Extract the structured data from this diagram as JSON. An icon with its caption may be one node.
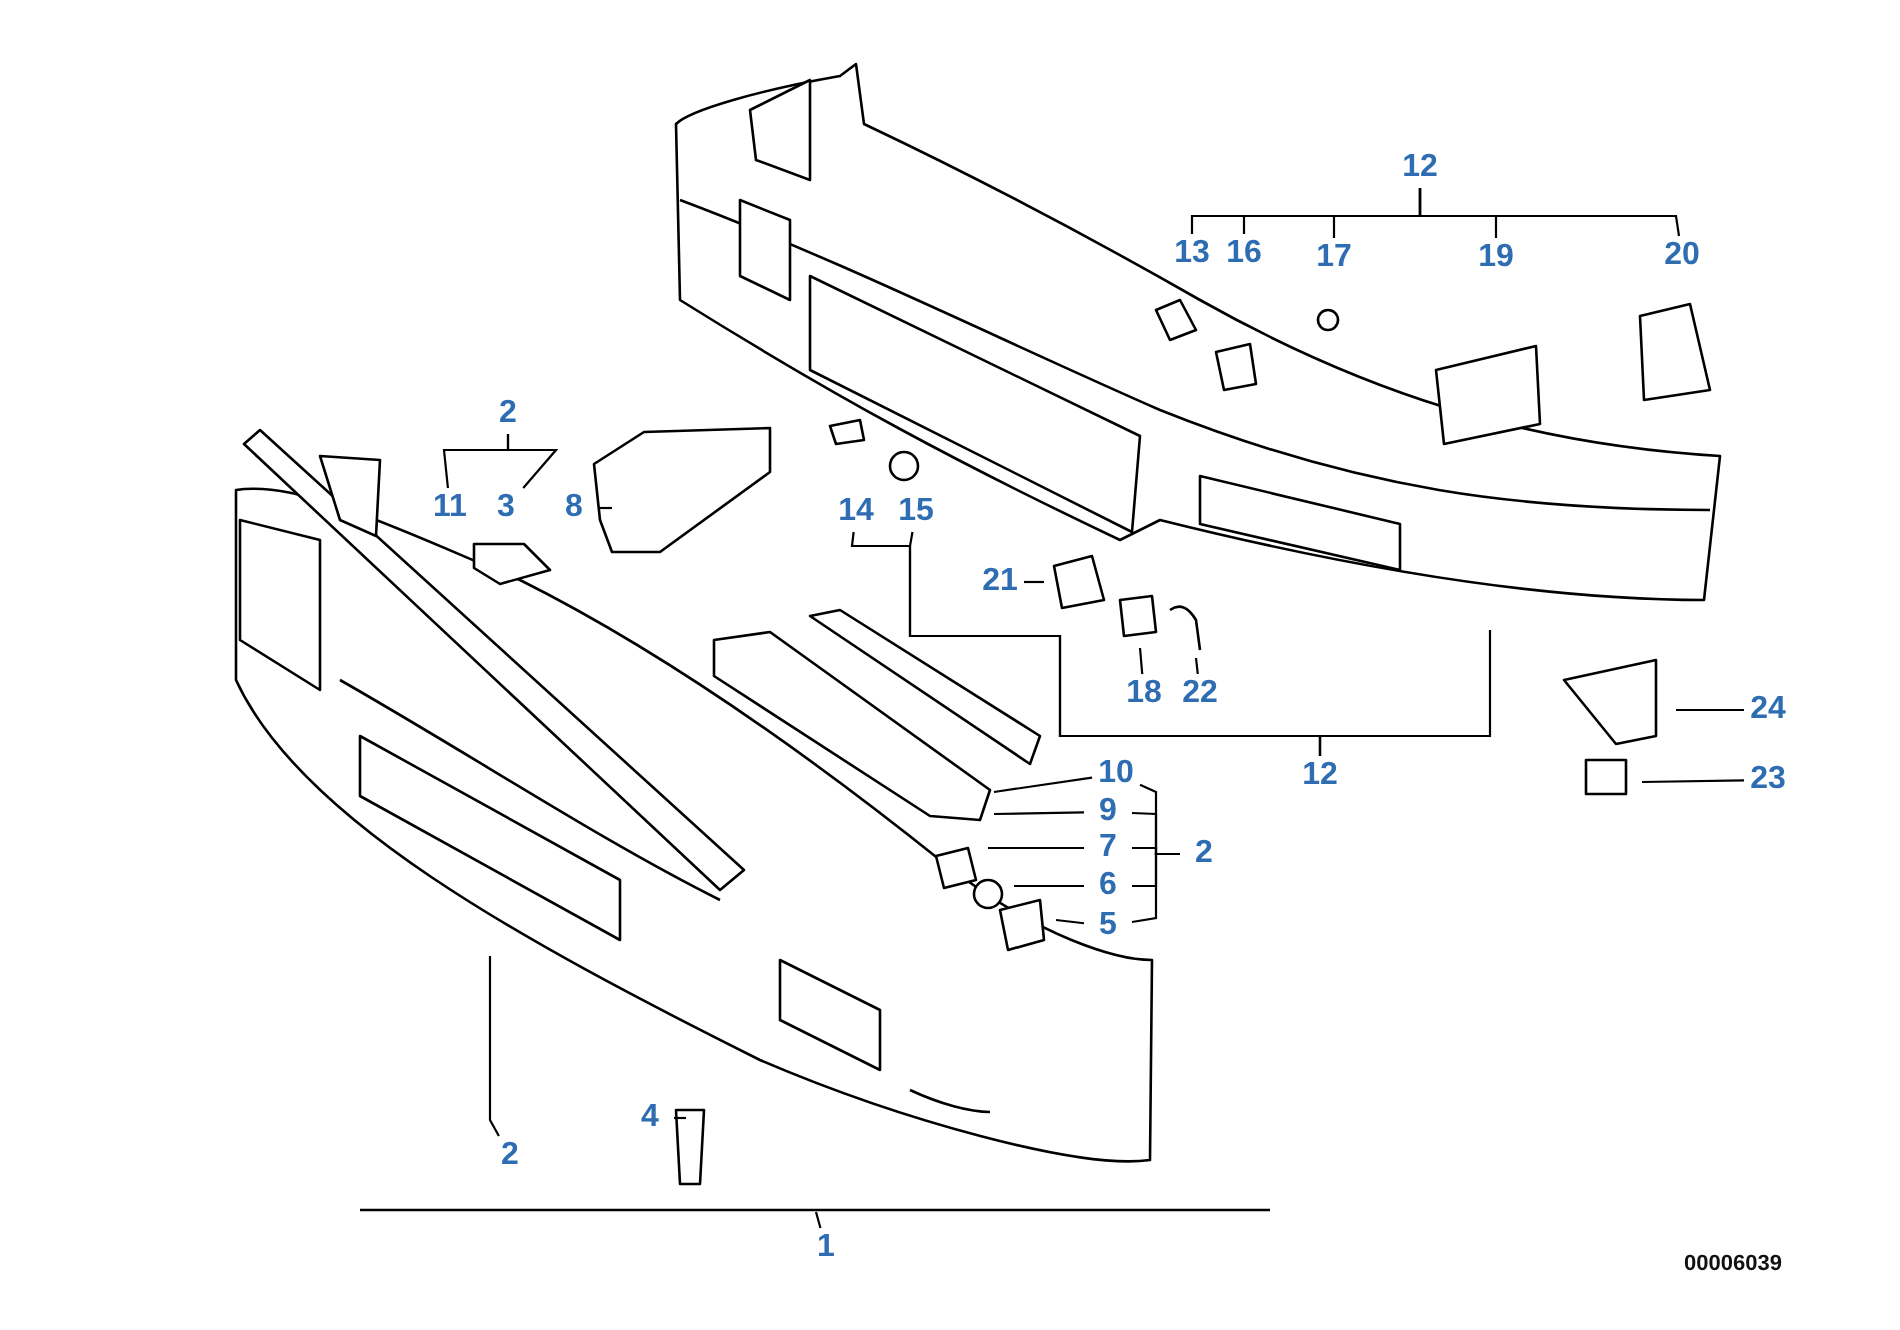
{
  "diagram": {
    "nodes": [
      {
        "text": [
          "12"
        ]
      },
      {
        "text": [
          "13"
        ]
      },
      {
        "text": [
          "16"
        ]
      },
      {
        "text": [
          "17"
        ]
      },
      {
        "text": [
          "19"
        ]
      },
      {
        "text": [
          "20"
        ]
      },
      {
        "text": [
          "2"
        ]
      },
      {
        "text": [
          "11"
        ]
      },
      {
        "text": [
          "3"
        ]
      },
      {
        "text": [
          "8"
        ]
      },
      {
        "text": [
          "14"
        ]
      },
      {
        "text": [
          "15"
        ]
      },
      {
        "text": [
          "21"
        ]
      },
      {
        "text": [
          "18"
        ]
      },
      {
        "text": [
          "22"
        ]
      },
      {
        "text": [
          "12"
        ]
      },
      {
        "text": [
          "24"
        ]
      },
      {
        "text": [
          "23"
        ]
      },
      {
        "text": [
          "10"
        ]
      },
      {
        "text": [
          "9"
        ]
      },
      {
        "text": [
          "7"
        ]
      },
      {
        "text": [
          "6"
        ]
      },
      {
        "text": [
          "2"
        ]
      },
      {
        "text": [
          "5"
        ]
      },
      {
        "text": [
          "4"
        ]
      },
      {
        "text": [
          "2"
        ]
      },
      {
        "text": [
          "1"
        ]
      }
    ],
    "edges": [
      {
        "from": 0,
        "to": 1,
        "arrow": "none"
      },
      {
        "from": 0,
        "to": 2,
        "arrow": "none"
      },
      {
        "from": 0,
        "to": 3,
        "arrow": "none"
      },
      {
        "from": 0,
        "to": 4,
        "arrow": "none"
      },
      {
        "from": 0,
        "to": 5,
        "arrow": "none"
      },
      {
        "from": 6,
        "to": 7,
        "arrow": "none"
      },
      {
        "from": 6,
        "to": 8,
        "arrow": "none"
      },
      {
        "from": 9,
        "to": null,
        "arrow": "none"
      },
      {
        "from": 15,
        "to": 10,
        "arrow": "none"
      },
      {
        "from": 15,
        "to": 11,
        "arrow": "none"
      },
      {
        "from": 15,
        "to": null,
        "arrow": "none"
      },
      {
        "from": 12,
        "to": null,
        "arrow": "none"
      },
      {
        "from": 13,
        "to": null,
        "arrow": "none"
      },
      {
        "from": 14,
        "to": null,
        "arrow": "none"
      },
      {
        "from": 16,
        "to": null,
        "arrow": "none"
      },
      {
        "from": 17,
        "to": null,
        "arrow": "none"
      },
      {
        "from": 22,
        "to": 18,
        "arrow": "none"
      },
      {
        "from": 22,
        "to": 19,
        "arrow": "none"
      },
      {
        "from": 22,
        "to": 20,
        "arrow": "none"
      },
      {
        "from": 22,
        "to": 21,
        "arrow": "none"
      },
      {
        "from": 22,
        "to": 23,
        "arrow": "none"
      },
      {
        "from": 18,
        "to": null,
        "arrow": "none"
      },
      {
        "from": 19,
        "to": null,
        "arrow": "none"
      },
      {
        "from": 20,
        "to": null,
        "arrow": "none"
      },
      {
        "from": 21,
        "to": null,
        "arrow": "none"
      },
      {
        "from": 23,
        "to": null,
        "arrow": "none"
      },
      {
        "from": 25,
        "to": null,
        "arrow": "none"
      },
      {
        "from": 24,
        "to": null,
        "arrow": "none"
      },
      {
        "from": 26,
        "to": null,
        "arrow": "none"
      }
    ],
    "labels": [
      "00006039"
    ]
  }
}
